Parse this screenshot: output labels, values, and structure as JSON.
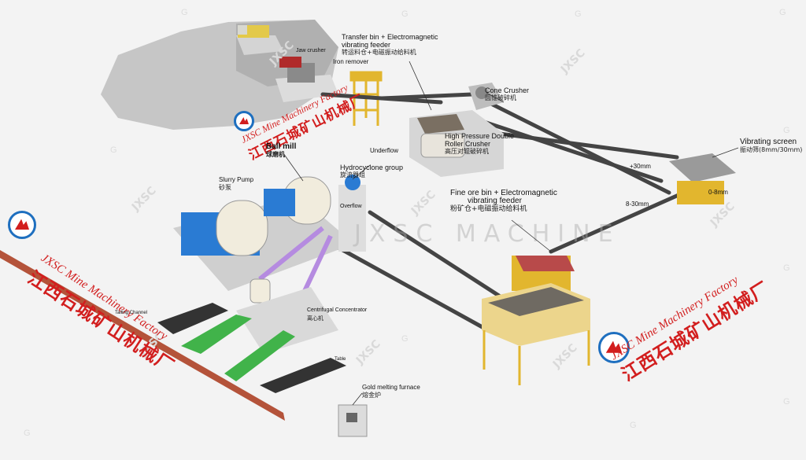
{
  "watermark": {
    "brand": "JXSC",
    "center": "JXSC  MACHINE",
    "dot": "G"
  },
  "brands": [
    {
      "en": "JXSC Mine Machinery Factory",
      "cn": "江西石城矿山机械厂"
    },
    {
      "en": "JXSC Mine Machinery Factory",
      "cn": "江西石城矿山机械厂"
    },
    {
      "en": "JXSC Mine Machinery Factory",
      "cn": "江西石城矿山机械厂"
    }
  ],
  "labels": {
    "transfer_feeder": {
      "en1": "Transfer  bin + Electromagnetic",
      "en2": "vibrating feeder",
      "cn": "转运料仓+电磁振动给料机"
    },
    "iron_remover": {
      "en": "Iron remover"
    },
    "jaw_crusher": {
      "en": "Jaw crusher"
    },
    "cone_crusher": {
      "en": "Cone Crusher",
      "cn": "圆锥破碎机"
    },
    "double_roller": {
      "en1": "High Pressure Double",
      "en2": "Roller Crusher",
      "cn": "高压对辊破碎机"
    },
    "vibrating_screen": {
      "en": "Vibrating screen",
      "cn": "振动筛(8mm/30mm)"
    },
    "size_30": {
      "en": "+30mm"
    },
    "size_8_30": {
      "en": "8-30mm"
    },
    "size_0_8": {
      "en": "0-8mm"
    },
    "fine_ore_bin": {
      "en1": "Fine ore bin + Electromagnetic",
      "en2": "vibrating feeder",
      "cn": "粉矿仓+电磁振动给料机"
    },
    "ball_mill": {
      "en": "Ball mill",
      "cn": "球磨机"
    },
    "slurry_pump": {
      "en": "Slurry Pump",
      "cn": "砂泵"
    },
    "hydrocyclone": {
      "en": "Hydrocyclone group",
      "cn": "旋流器组"
    },
    "underflow": {
      "en": "Underflow"
    },
    "overflow": {
      "en": "Overflow"
    },
    "centrifugal": {
      "en": "Centrifugal Concentrator",
      "cn": "离心机"
    },
    "tailing_channel": {
      "en": "Tailing Channel"
    },
    "table": {
      "en": "Table"
    },
    "gold_furnace": {
      "en": "Gold melting furnace",
      "cn": "熔金炉"
    }
  }
}
